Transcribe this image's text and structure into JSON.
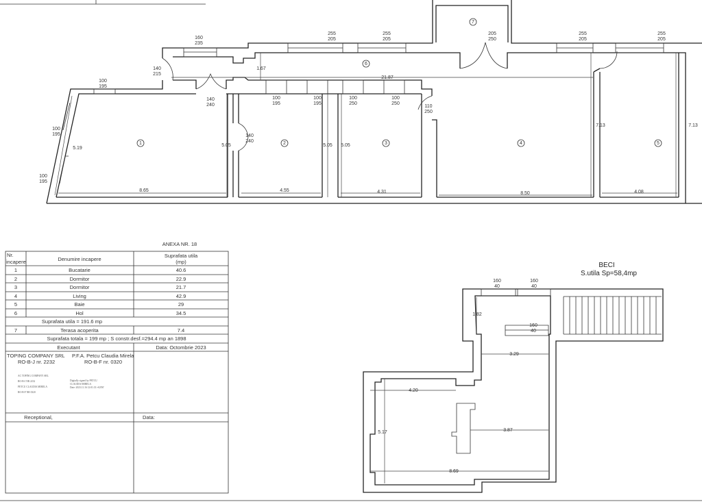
{
  "ground_floor": {
    "room_numbers": [
      "1",
      "2",
      "3",
      "4",
      "5",
      "6",
      "7"
    ],
    "openings": [
      {
        "w": "160",
        "h": "235"
      },
      {
        "w": "255",
        "h": "205"
      },
      {
        "w": "255",
        "h": "205"
      },
      {
        "w": "205",
        "h": "250"
      },
      {
        "w": "255",
        "h": "205"
      },
      {
        "w": "255",
        "h": "205"
      },
      {
        "w": "140",
        "h": "215"
      },
      {
        "w": "100",
        "h": "195"
      },
      {
        "w": "140",
        "h": "240"
      },
      {
        "w": "140",
        "h": "240"
      },
      {
        "w": "100",
        "h": "195"
      },
      {
        "w": "100",
        "h": "195"
      },
      {
        "w": "100",
        "h": "250"
      },
      {
        "w": "100",
        "h": "250"
      },
      {
        "w": "110",
        "h": "250"
      },
      {
        "w": "100",
        "h": "195"
      },
      {
        "w": "100",
        "h": "195"
      }
    ],
    "dimensions": [
      "1.67",
      "21.87",
      "5.19",
      "5.05",
      "5.05",
      "5.05",
      "8.65",
      "4.55",
      "4.31",
      "8.50",
      "4.08",
      "7.13",
      "7.13"
    ]
  },
  "basement": {
    "title": "BECI",
    "subtitle": "S.utila Sp=58,4mp",
    "openings": [
      {
        "w": "160",
        "h": "40"
      },
      {
        "w": "160",
        "h": "40"
      },
      {
        "w": "160",
        "h": "40"
      }
    ],
    "dimensions": [
      "1.82",
      "3.29",
      "4.20",
      "3.87",
      "5.17",
      "8.69"
    ]
  },
  "table": {
    "annex": "ANEXA NR. 18",
    "headers": {
      "nr": "Nr. incapere",
      "name": "Denumire incapere",
      "area": "Suprafata utila (mp)"
    },
    "header_nr_lines": [
      "Nr.",
      "incapere"
    ],
    "header_area_lines": [
      "Suprafata utila",
      "(mp)"
    ],
    "rows": [
      {
        "nr": "1",
        "name": "Bucatarie",
        "area": "40.6"
      },
      {
        "nr": "2",
        "name": "Dormitor",
        "area": "22.9"
      },
      {
        "nr": "3",
        "name": "Dormitor",
        "area": "21.7"
      },
      {
        "nr": "4",
        "name": "Living",
        "area": "42.9"
      },
      {
        "nr": "5",
        "name": "Baie",
        "area": "29"
      },
      {
        "nr": "6",
        "name": "Hol",
        "area": "34.5"
      }
    ],
    "subtotal": "Suprafata utila = 191.6 mp",
    "terrace": {
      "nr": "7",
      "name": "Terasa acoperita",
      "area": "7.4"
    },
    "total": "Suprafata totala = 199 mp  ;  S constr.desf.=294.4 mp an 1898",
    "executant_label": "Executant",
    "date": "Data: Octombrie 2023",
    "company1": "TOPING COMPANY SRL",
    "company1_reg": "RO-B-J nr. 2232",
    "company2": "P.F.A. Petcu Claudia Mirela",
    "company2_reg": "RO-B-F nr. 0320",
    "stamp_lines": [
      "AC TOPING COMPANY SRL",
      "RO-B-J NR 2232",
      "PETCU CLAUDIA MIRELA",
      "RO-B-F NR 0320"
    ],
    "signature_lines": [
      "Digitally signed by PETCU",
      "CLAUDIA-MIRELA",
      "Date: 2023.11.16 12:01:33 +02'00'"
    ],
    "receptionat_label": "Receptional,",
    "receptionat_date": "Data:"
  }
}
